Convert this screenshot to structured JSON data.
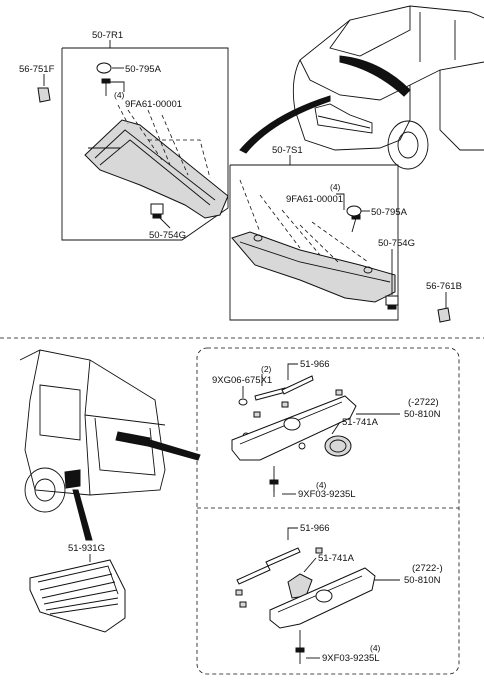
{
  "upper": {
    "left_assembly": "50-7R1",
    "right_assembly": "50-7S1",
    "clip_left": "56-751F",
    "clip_right": "56-761B",
    "cap_left": "50-795A",
    "cap_right": "50-795A",
    "screw_qty_left": "(4)",
    "screw_qty_right": "(4)",
    "screw_left": "9FA61-00001",
    "screw_right": "9FA61-00001",
    "grommet_left": "50-754G",
    "grommet_right": "50-754G"
  },
  "lower": {
    "vent_grille": "51-931G",
    "box1": {
      "clip_qty": "(2)",
      "clip": "9XG06-675X1",
      "tape": "51-966",
      "emblem": "51-741A",
      "serial_range": "(-2722)",
      "garnish": "50-810N",
      "screw_qty": "(4)",
      "screw": "9XF03-9235L"
    },
    "box2": {
      "tape": "51-966",
      "emblem": "51-741A",
      "serial_range": "(2722-)",
      "garnish": "50-810N",
      "screw_qty": "(4)",
      "screw": "9XF03-9235L"
    }
  }
}
